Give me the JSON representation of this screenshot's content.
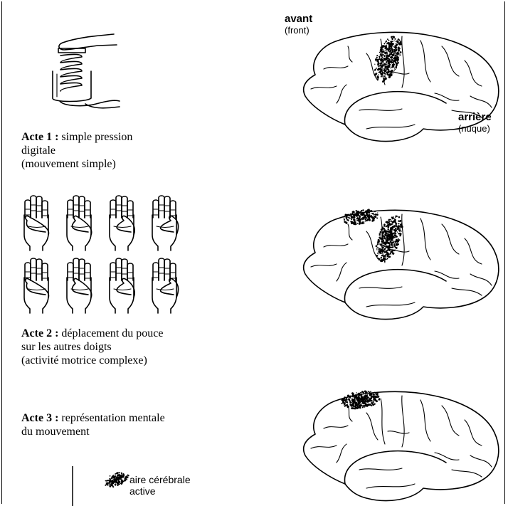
{
  "acts": [
    {
      "label": "Acte 1 :",
      "lines": [
        "simple  pression",
        "digitale",
        "(mouvement simple)"
      ]
    },
    {
      "label": "Acte 2 :",
      "lines": [
        "déplacement du pouce",
        "sur les autres doigts",
        "(activité motrice complexe)"
      ]
    },
    {
      "label": "Acte 3 :",
      "lines": [
        "représentation mentale",
        "du mouvement"
      ]
    }
  ],
  "brain_labels": {
    "front": {
      "main": "avant",
      "sub": "(front)"
    },
    "back": {
      "main": "arrière",
      "sub": "(nuque)"
    }
  },
  "legend": {
    "line1": "aire cérébrale",
    "line2": "active"
  },
  "colors": {
    "ink": "#000000",
    "background": "#ffffff"
  }
}
